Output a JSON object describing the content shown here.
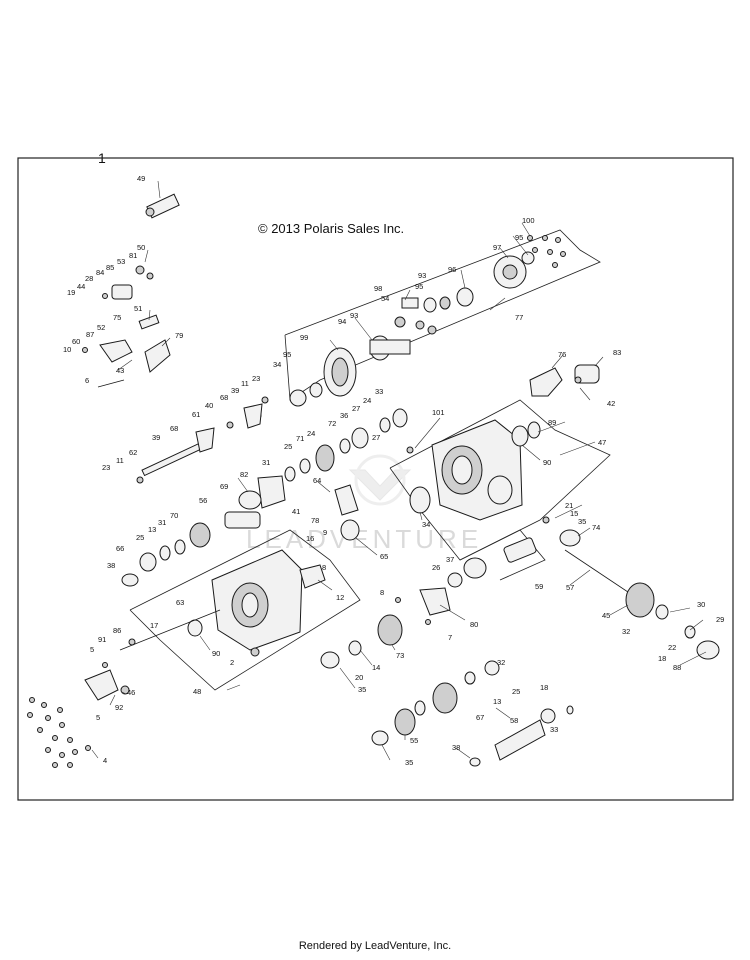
{
  "sheet_number": "1",
  "copyright": "© 2013 Polaris Sales Inc.",
  "watermark": "LEADVENTURE",
  "footer": "Rendered by LeadVenture, Inc.",
  "callouts": {
    "c1": "49",
    "c2": "100",
    "c3": "95",
    "c4": "97",
    "c5": "50",
    "c6": "81",
    "c7": "53",
    "c8": "85",
    "c9": "84",
    "c10": "28",
    "c11": "44",
    "c12": "19",
    "c13": "96",
    "c14": "93",
    "c15": "98",
    "c16": "95",
    "c17": "54",
    "c18": "51",
    "c19": "75",
    "c20": "52",
    "c21": "87",
    "c22": "60",
    "c23": "10",
    "c24": "43",
    "c25": "79",
    "c26": "6",
    "c27": "93",
    "c28": "94",
    "c29": "77",
    "c30": "99",
    "c31": "95",
    "c32": "34",
    "c33": "76",
    "c34": "83",
    "c35": "42",
    "c36": "23",
    "c37": "11",
    "c38": "39",
    "c39": "68",
    "c40": "40",
    "c41": "61",
    "c42": "68",
    "c43": "39",
    "c44": "62",
    "c45": "23",
    "c46": "11",
    "c47": "33",
    "c48": "24",
    "c49": "27",
    "c50": "36",
    "c51": "72",
    "c52": "71",
    "c53": "24",
    "c54": "25",
    "c55": "31",
    "c56": "27",
    "c57": "101",
    "c58": "89",
    "c59": "90",
    "c60": "47",
    "c61": "82",
    "c62": "69",
    "c63": "64",
    "c64": "41",
    "c65": "78",
    "c66": "56",
    "c67": "9",
    "c68": "65",
    "c69": "34",
    "c70": "70",
    "c71": "31",
    "c72": "25",
    "c73": "13",
    "c74": "66",
    "c75": "38",
    "c76": "21",
    "c77": "15",
    "c78": "35",
    "c79": "74",
    "c80": "16",
    "c81": "37",
    "c82": "26",
    "c83": "59",
    "c84": "57",
    "c85": "8",
    "c86": "12",
    "c87": "63",
    "c88": "8",
    "c89": "80",
    "c90": "7",
    "c91": "45",
    "c92": "30",
    "c93": "29",
    "c94": "32",
    "c95": "22",
    "c96": "18",
    "c97": "88",
    "c98": "17",
    "c99": "86",
    "c100": "91",
    "c101": "5",
    "c102": "90",
    "c103": "2",
    "c104": "73",
    "c105": "14",
    "c106": "20",
    "c107": "35",
    "c108": "46",
    "c109": "92",
    "c110": "5",
    "c111": "48",
    "c112": "32",
    "c113": "25",
    "c114": "13",
    "c115": "18",
    "c116": "67",
    "c117": "33",
    "c118": "58",
    "c119": "55",
    "c120": "38",
    "c121": "35",
    "c122": "4"
  }
}
